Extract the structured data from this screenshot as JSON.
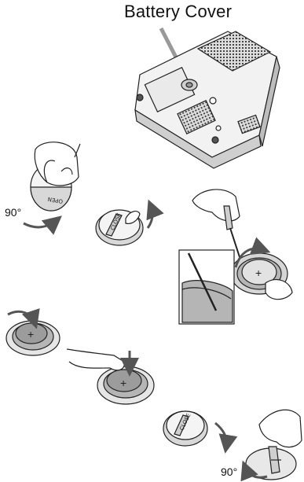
{
  "title": "Battery Cover",
  "angle_labels": [
    "90°",
    "90°"
  ],
  "cover_marks": {
    "open": "OPEN",
    "close": "CLOSE"
  },
  "battery_symbol": "+",
  "colors": {
    "line": "#222222",
    "fill_light": "#e6e6e6",
    "fill_mid": "#b5b5b5",
    "fill_dark": "#8a8a8a",
    "arrow": "#555555"
  },
  "steps": [
    {
      "name": "projector-bottom-view"
    },
    {
      "name": "hand-rotate-open"
    },
    {
      "name": "cover-lift"
    },
    {
      "name": "screwdriver-remove-battery"
    },
    {
      "name": "insert-new-battery"
    },
    {
      "name": "hand-press-battery"
    },
    {
      "name": "cover-replace"
    },
    {
      "name": "hand-rotate-close"
    }
  ]
}
